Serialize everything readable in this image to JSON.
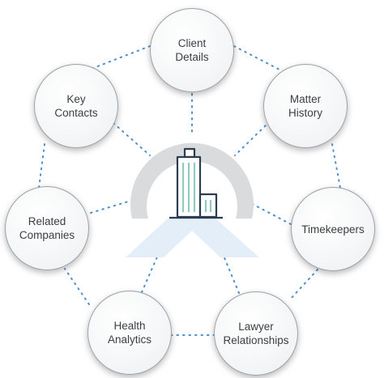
{
  "diagram": {
    "center_icon": "office-building-icon",
    "colors": {
      "ring": "#d9dbdd",
      "chevron": "#e3eef8",
      "building_stroke": "#2b3e50",
      "building_accent": "#8fcbbf",
      "dotted_line": "#4e8fc9",
      "node_border": "#9aa1a8",
      "node_text": "#3a3f44"
    },
    "nodes": [
      {
        "id": "client-details",
        "label": "Client\nDetails"
      },
      {
        "id": "matter-history",
        "label": "Matter\nHistory"
      },
      {
        "id": "timekeepers",
        "label": "Timekeepers"
      },
      {
        "id": "lawyer-relationships",
        "label": "Lawyer\nRelationships"
      },
      {
        "id": "health-analytics",
        "label": "Health\nAnalytics"
      },
      {
        "id": "related-companies",
        "label": "Related\nCompanies"
      },
      {
        "id": "key-contacts",
        "label": "Key\nContacts"
      }
    ]
  }
}
